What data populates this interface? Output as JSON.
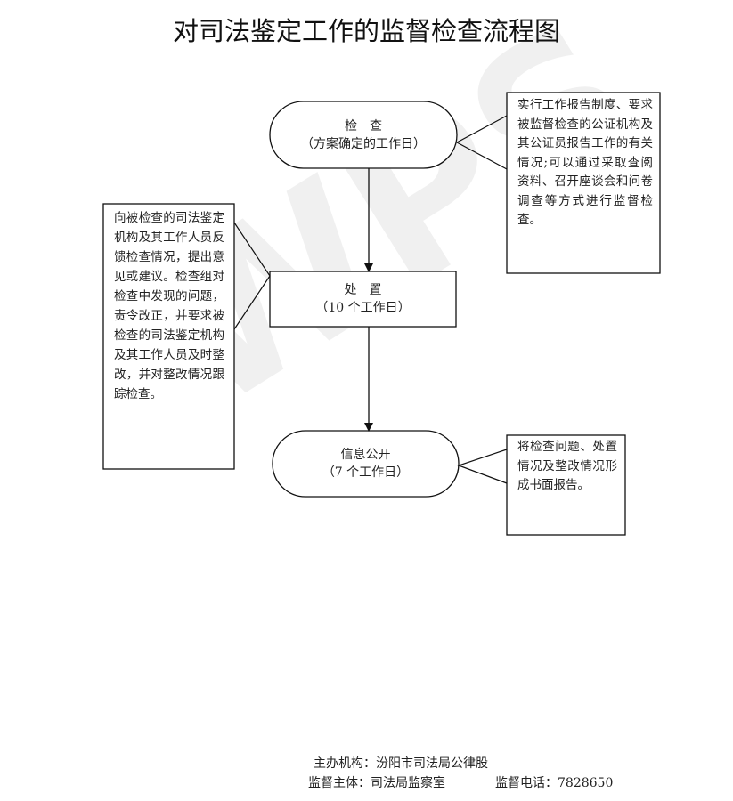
{
  "title": "对司法鉴定工作的监督检查流程图",
  "nodes": {
    "check": {
      "label": "检　查",
      "sub": "（方案确定的工作日）"
    },
    "handle": {
      "label": "处　置",
      "sub": "（10 个工作日）"
    },
    "disclose": {
      "label": "信息公开",
      "sub": "（7 个工作日）"
    }
  },
  "notes": {
    "check_note": "实行工作报告制度、要求被监督检查的公证机构及其公证员报告工作的有关情况;可以通过采取查阅资料、召开座谈会和问卷调查等方式进行监督检查。",
    "handle_note": "向被检查的司法鉴定机构及其工作人员反馈检查情况，提出意见或建议。检查组对检查中发现的问题，责令改正，并要求被检查的司法鉴定机构及其工作人员及时整改，并对整改情况跟踪检查。",
    "disclose_note": "将检查问题、处置情况及整改情况形成书面报告。"
  },
  "footer": {
    "organizer": "主办机构：汾阳市司法局公律股",
    "supervisor": "监督主体：司法局监察室",
    "phone": "监督电话：7828650"
  },
  "watermark": "WPS"
}
